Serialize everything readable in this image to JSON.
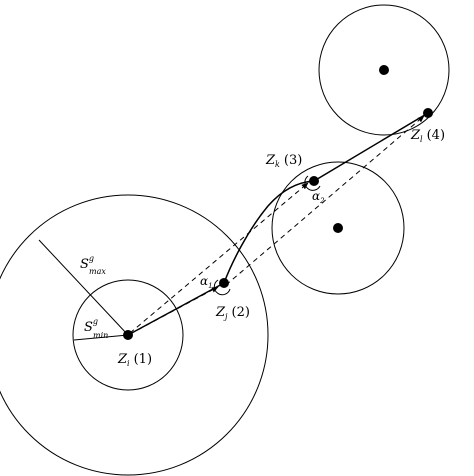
{
  "nodes": [
    {
      "id": "zi",
      "letter": "Z",
      "sub": "i",
      "num": "(1)"
    },
    {
      "id": "zj",
      "letter": "Z",
      "sub": "j",
      "num": "(2)"
    },
    {
      "id": "zk",
      "letter": "Z",
      "sub": "k",
      "num": "(3)"
    },
    {
      "id": "zl",
      "letter": "Z",
      "sub": "l",
      "num": "(4)"
    }
  ],
  "radius_labels": {
    "max": {
      "letter": "S",
      "sup": "g",
      "sub": "max"
    },
    "min": {
      "letter": "S",
      "sup": "g",
      "sub": "min"
    }
  },
  "angles": [
    {
      "letter": "α",
      "sub": "1"
    },
    {
      "letter": "α",
      "sub": "2"
    }
  ]
}
